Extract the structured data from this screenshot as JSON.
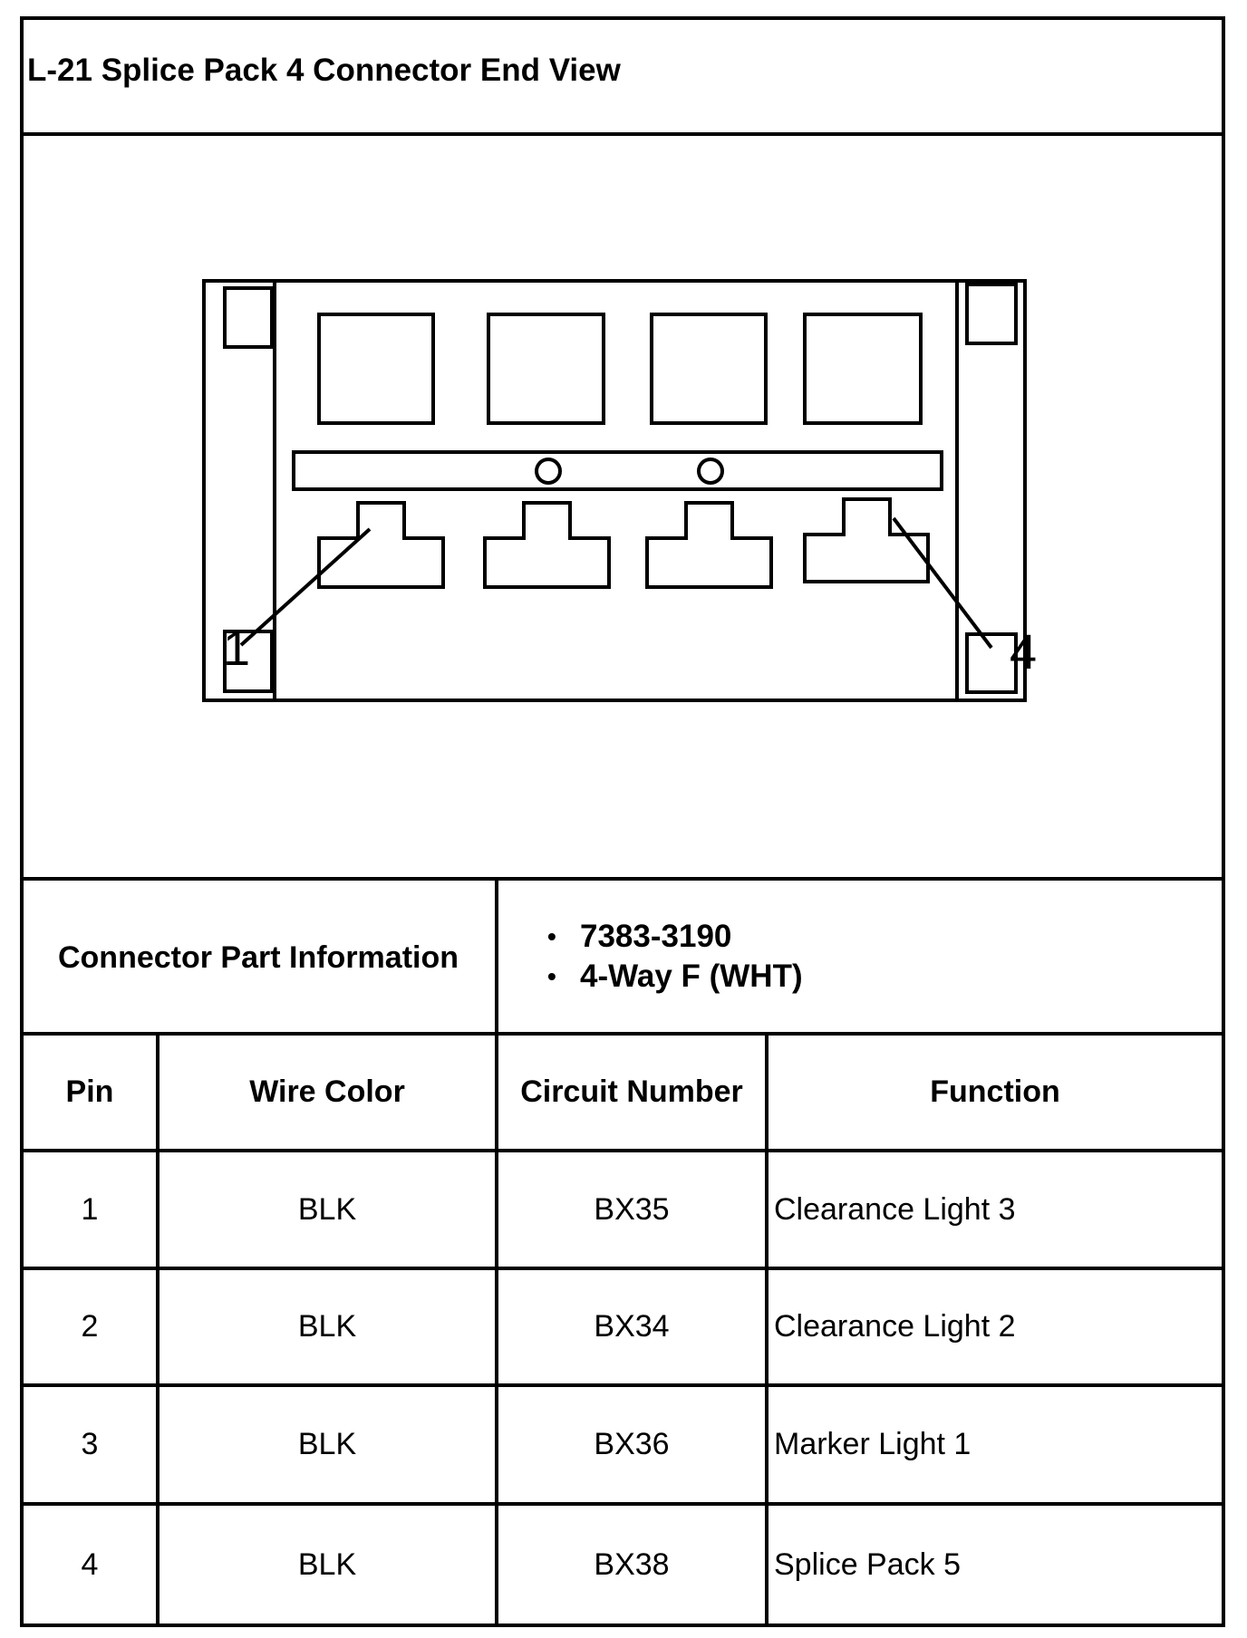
{
  "title": "L-21 Splice Pack 4 Connector End View",
  "diagram": {
    "labels": [
      "1",
      "4"
    ]
  },
  "connector_info": {
    "label": "Connector Part Information",
    "items": [
      "7383-3190",
      "4-Way F (WHT)"
    ]
  },
  "table": {
    "headers": {
      "pin": "Pin",
      "wire_color": "Wire Color",
      "circuit_number": "Circuit Number",
      "function": "Function"
    },
    "rows": [
      {
        "pin": "1",
        "wire_color": "BLK",
        "circuit_number": "BX35",
        "function": "Clearance Light 3"
      },
      {
        "pin": "2",
        "wire_color": "BLK",
        "circuit_number": "BX34",
        "function": "Clearance Light 2"
      },
      {
        "pin": "3",
        "wire_color": "BLK",
        "circuit_number": "BX36",
        "function": "Marker Light 1"
      },
      {
        "pin": "4",
        "wire_color": "BLK",
        "circuit_number": "BX38",
        "function": "Splice Pack 5"
      }
    ]
  }
}
